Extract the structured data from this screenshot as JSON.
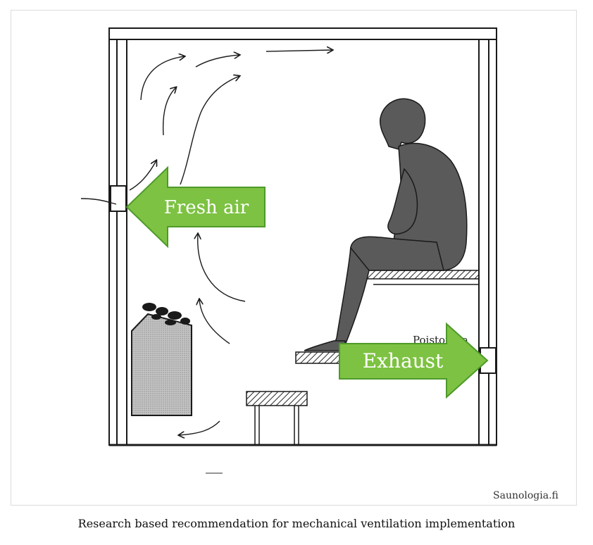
{
  "figure": {
    "watermark": "Saunologia.fi",
    "caption": "Research based recommendation for mechanical ventilation implementation",
    "labels": {
      "fresh_air": "Fresh air",
      "exhaust": "Exhaust",
      "background_text": "Poistoilma"
    },
    "colors": {
      "arrow_fill": "#7dc242",
      "arrow_stroke": "#4e9a2a",
      "line": "#1a1a1a",
      "heater_fill": "#b9b9b9",
      "person_fill": "#5a5a5a"
    }
  }
}
